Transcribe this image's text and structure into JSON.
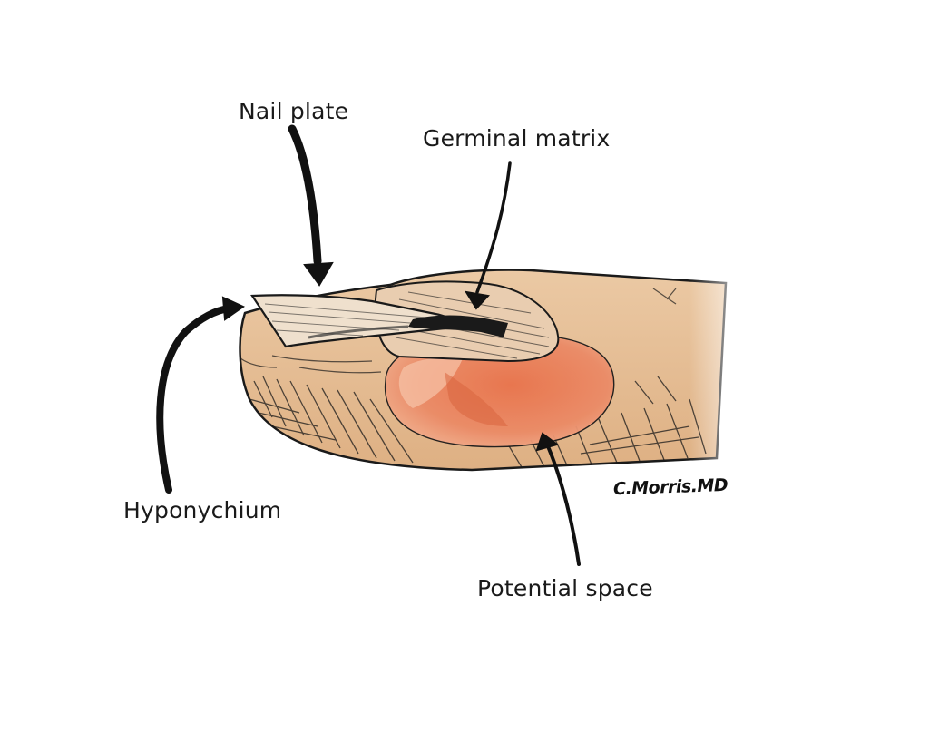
{
  "labels": {
    "nail_plate": "Nail plate",
    "germinal_matrix": "Germinal matrix",
    "hyponychium": "Hyponychium",
    "potential_space": "Potential space"
  },
  "signature": "C.Morris.MD",
  "colors": {
    "skin": "#e8c39b",
    "skin_shadow": "#d9a87a",
    "hematoma": "#e9825f",
    "hematoma_dark": "#d9643e",
    "nail": "#ead6bf",
    "ink": "#1a1a1a",
    "background": "#ffffff"
  }
}
